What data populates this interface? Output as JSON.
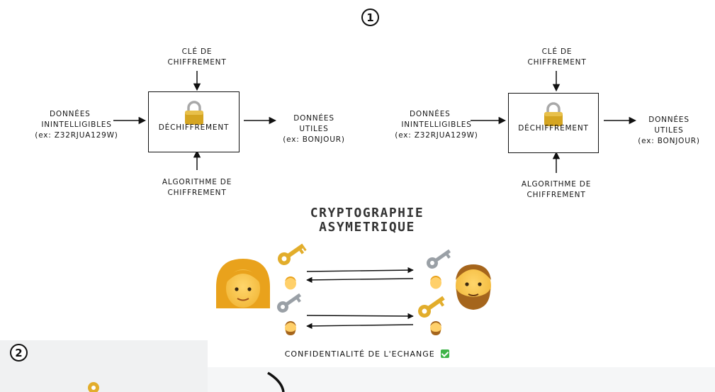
{
  "step1": {
    "label": "1"
  },
  "step2": {
    "label": "2"
  },
  "diagram_left": {
    "key_label_1": "CLÉ DE",
    "key_label_2": "CHIFFREMENT",
    "input_1": "DONNÉES",
    "input_2": "ININTELLIGIBLES",
    "input_3": "(ex: Z32RJUA129W)",
    "process": "DÉCHIFFREMENT",
    "output_1": "DONNÉES",
    "output_2": "UTILES",
    "output_3": "(ex: BONJOUR)",
    "algo_1": "ALGORITHME DE",
    "algo_2": "CHIFFREMENT"
  },
  "diagram_right": {
    "key_label_1": "CLÉ DE",
    "key_label_2": "CHIFFREMENT",
    "input_1": "DONNÉES",
    "input_2": "ININTELLIGIBLES",
    "input_3": "(ex: Z32RJUA129W)",
    "process": "DÉCHIFFREMENT",
    "output_1": "DONNÉES",
    "output_2": "UTILES",
    "output_3": "(ex: BONJOUR)",
    "algo_1": "ALGORITHME DE",
    "algo_2": "CHIFFREMENT"
  },
  "asym": {
    "title_1": "CRYPTOGRAPHIE",
    "title_2": "ASYMETRIQUE",
    "confidentiality": "CONFIDENTIALITÉ DE L'ECHANGE"
  },
  "icons": [
    "lock-icon",
    "woman-emoji",
    "man-emoji",
    "gold-key-icon",
    "silver-key-icon",
    "check-mark-icon"
  ]
}
